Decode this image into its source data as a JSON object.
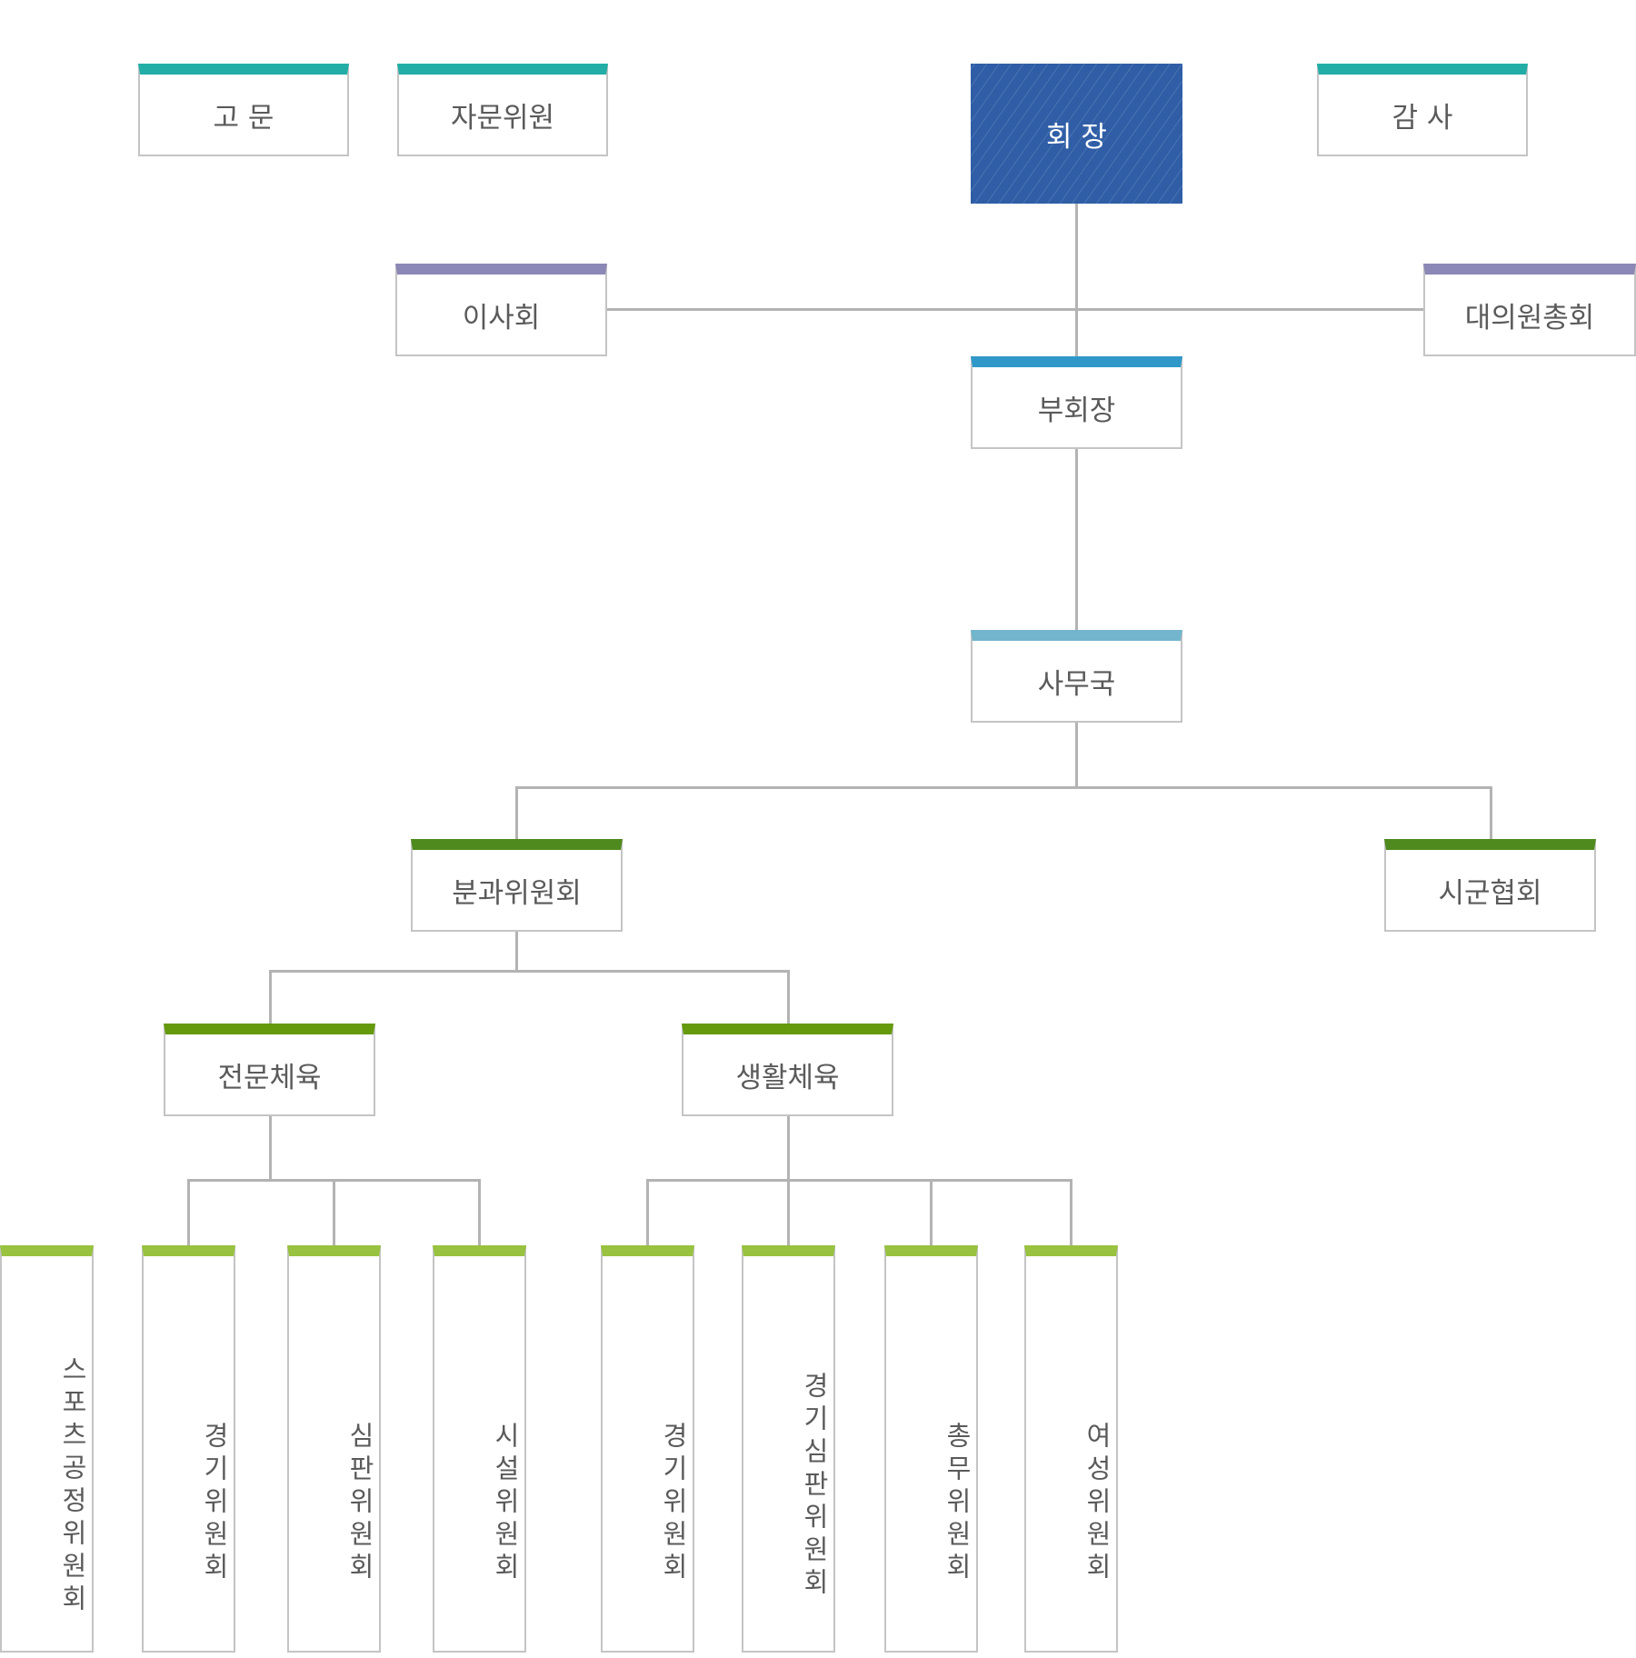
{
  "org": {
    "advisor": "고 문",
    "advisory_members": "자문위원",
    "president": "회 장",
    "auditor": "감 사",
    "board": "이사회",
    "general_assembly": "대의원총회",
    "vice_president": "부회장",
    "secretariat": "사무국",
    "subcommittees": "분과위원회",
    "city_county": "시군협회",
    "elite_sports": "전문체육",
    "lifestyle_sports": "생활체육",
    "elite_committees": [
      "스포츠공정위원회",
      "경기위원회",
      "심판위원회",
      "시설위원회"
    ],
    "lifestyle_committees": [
      "경기위원회",
      "경기심판위원회",
      "총무위원회",
      "여성위원회"
    ]
  },
  "colors": {
    "teal": "#22aea6",
    "purple": "#8b88b6",
    "blue": "#2f98c8",
    "sky": "#72b5cc",
    "dark_green": "#4f8a1e",
    "green": "#659a0c",
    "light_green": "#98c23f",
    "president_fill": "#2f5ea6",
    "connector": "#b3b3b3"
  }
}
